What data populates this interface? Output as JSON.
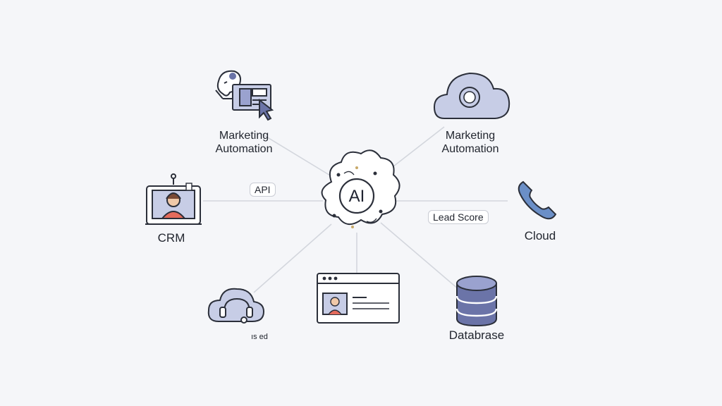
{
  "center": {
    "label": "AI"
  },
  "nodes": {
    "marketing_left": {
      "label_line1": "Marketing",
      "label_line2": "Automation",
      "icon": "automation-screen-cursor-icon"
    },
    "marketing_right": {
      "label_line1": "Marketing",
      "label_line2": "Automation",
      "icon": "cloud-icon"
    },
    "crm": {
      "label": "CRM",
      "icon": "crm-monitor-person-icon"
    },
    "cloud": {
      "label": "Cloud",
      "icon": "phone-icon"
    },
    "bottom_left": {
      "label": "ıs ed",
      "icon": "cloud-headset-icon"
    },
    "browser": {
      "icon": "browser-profile-window-icon"
    },
    "database": {
      "label": "Databrase",
      "icon": "database-icon"
    }
  },
  "connectors": {
    "api_label": "API",
    "lead_score_label": "Lead Score"
  },
  "colors": {
    "background": "#f5f6f9",
    "line": "#d3d6dd",
    "accent_fill": "#c7cde6",
    "accent_dark": "#6b74a8",
    "stroke": "#2b2f3a"
  }
}
